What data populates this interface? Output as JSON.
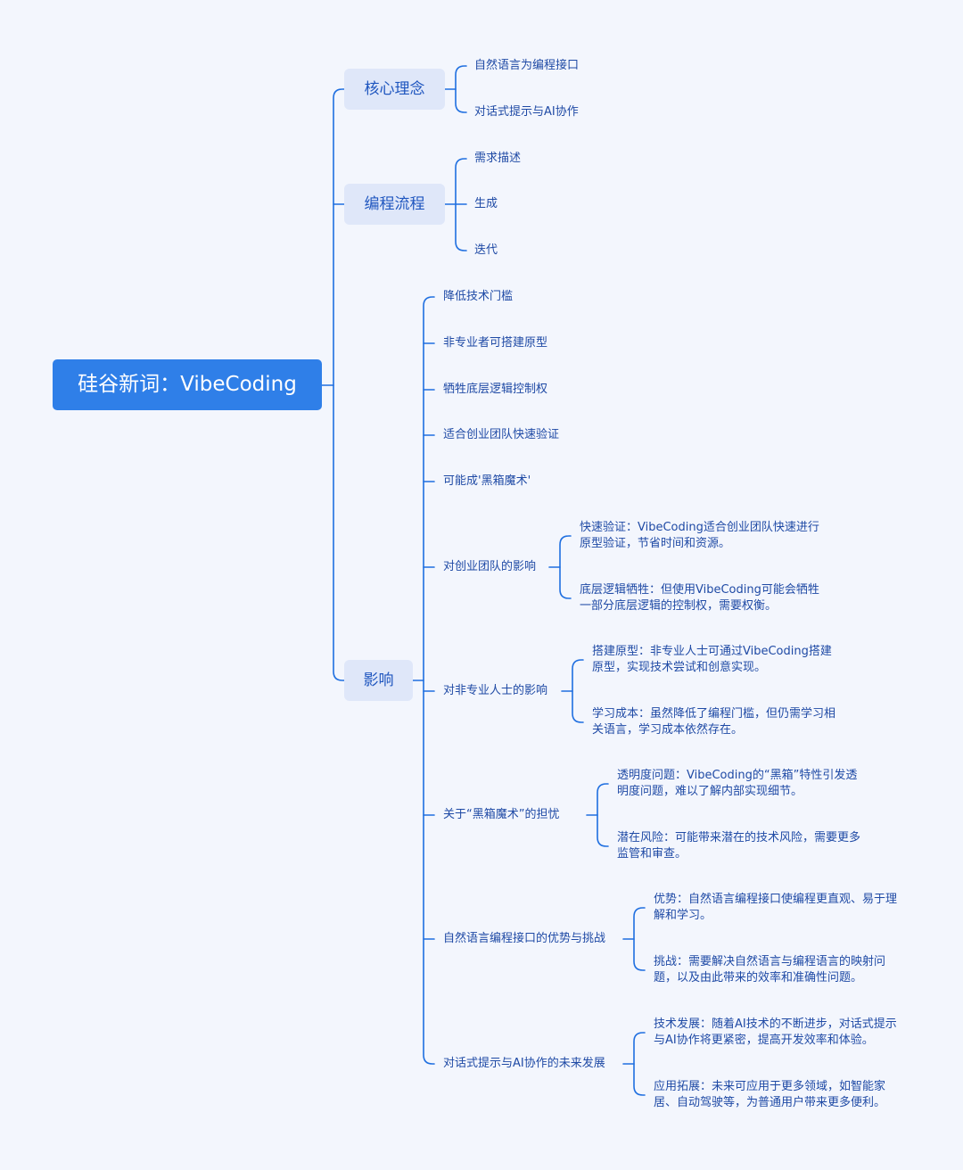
{
  "root": {
    "label": "硅谷新词：VibeCoding"
  },
  "branches": [
    {
      "label": "核心理念",
      "children": [
        {
          "label": "自然语言为编程接口"
        },
        {
          "label": "对话式提示与AI协作"
        }
      ]
    },
    {
      "label": "编程流程",
      "children": [
        {
          "label": "需求描述"
        },
        {
          "label": "生成"
        },
        {
          "label": "迭代"
        }
      ]
    },
    {
      "label": "影响",
      "children": [
        {
          "label": "降低技术门槛"
        },
        {
          "label": "非专业者可搭建原型"
        },
        {
          "label": "牺牲底层逻辑控制权"
        },
        {
          "label": "适合创业团队快速验证"
        },
        {
          "label": "可能成'黑箱魔术'"
        },
        {
          "label": "对创业团队的影响",
          "children": [
            {
              "label": "快速验证：VibeCoding适合创业团队快速进行原型验证，节省时间和资源。"
            },
            {
              "label": "底层逻辑牺牲：但使用VibeCoding可能会牺牲一部分底层逻辑的控制权，需要权衡。"
            }
          ]
        },
        {
          "label": "对非专业人士的影响",
          "children": [
            {
              "label": "搭建原型：非专业人士可通过VibeCoding搭建原型，实现技术尝试和创意实现。"
            },
            {
              "label": "学习成本：虽然降低了编程门槛，但仍需学习相关语言，学习成本依然存在。"
            }
          ]
        },
        {
          "label": "关于“黑箱魔术”的担忧",
          "children": [
            {
              "label": "透明度问题：VibeCoding的“黑箱”特性引发透明度问题，难以了解内部实现细节。"
            },
            {
              "label": "潜在风险：可能带来潜在的技术风险，需要更多监管和审查。"
            }
          ]
        },
        {
          "label": "自然语言编程接口的优势与挑战",
          "children": [
            {
              "label": "优势：自然语言编程接口使编程更直观、易于理解和学习。"
            },
            {
              "label": "挑战：需要解决自然语言与编程语言的映射问题，以及由此带来的效率和准确性问题。"
            }
          ]
        },
        {
          "label": "对话式提示与AI协作的未来发展",
          "children": [
            {
              "label": "技术发展：随着AI技术的不断进步，对话式提示与AI协作将更紧密，提高开发效率和体验。"
            },
            {
              "label": "应用拓展：未来可应用于更多领域，如智能家居、自动驾驶等，为普通用户带来更多便利。"
            }
          ]
        }
      ]
    }
  ],
  "colors": {
    "background": "#f3f6fd",
    "root_fill": "#2f7fe8",
    "branch_fill": "#dfe7f9",
    "line": "#1f6fe0",
    "text": "#1f4aa5"
  }
}
